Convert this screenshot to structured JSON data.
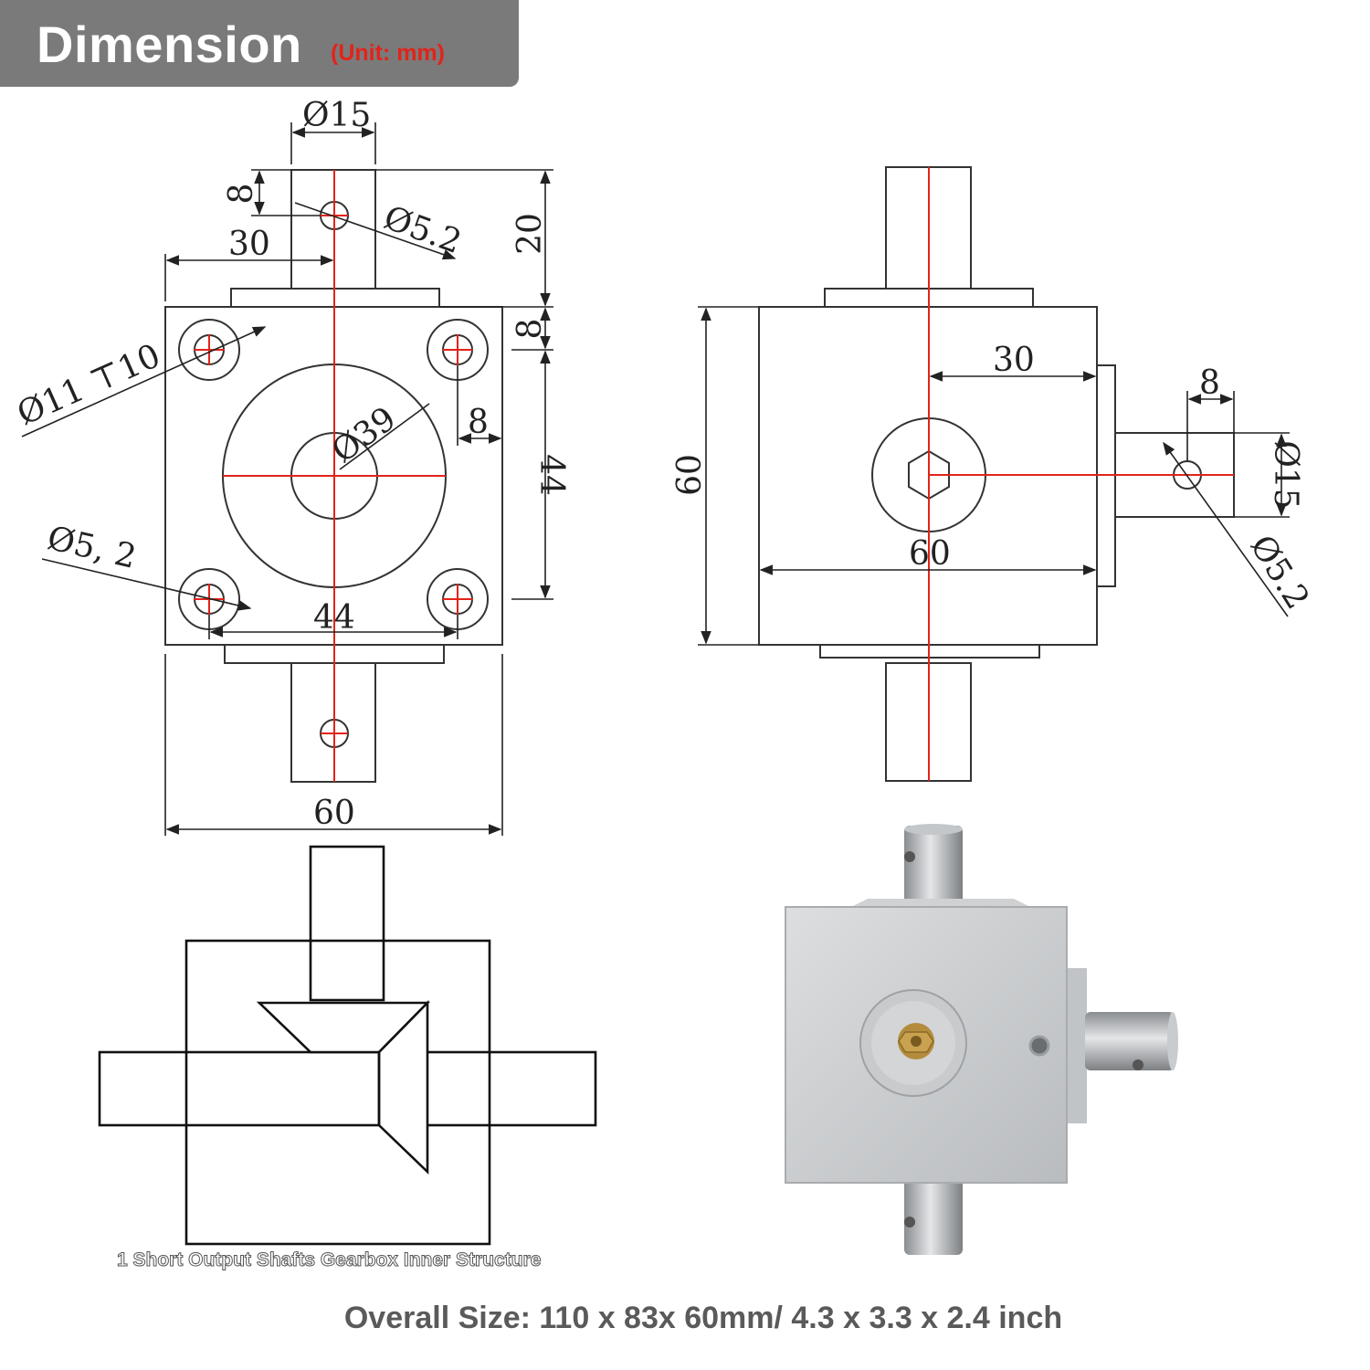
{
  "header": {
    "title": "Dimension",
    "unit": "(Unit: mm)"
  },
  "front_view": {
    "dims": {
      "shaft_diameter": "Ø15",
      "hole_offset": "8",
      "cross_hole": "Ø5.2",
      "center_offset": "30",
      "shaft_length": "20",
      "flange": "8",
      "mount_hole": "Ø11 ⊤10",
      "hub": "Ø39",
      "edge_offset": "8",
      "hole_spacing_v": "44",
      "thread_hole": "Ø5, 2",
      "hole_spacing_h": "44",
      "width": "60"
    }
  },
  "side_view": {
    "dims": {
      "height": "60",
      "center_offset": "30",
      "hole_offset": "8",
      "width": "60",
      "shaft_diameter": "Ø15",
      "cross_hole": "Ø5.2"
    }
  },
  "inner_structure": {
    "caption": "1 Short Output Shafts Gearbox Inner Structure"
  },
  "overall_size": "Overall Size: 110 x 83x 60mm/ 4.3 x 3.3 x 2.4 inch",
  "colors": {
    "header_bg": "#7a7a7a",
    "unit_text": "#e2231a",
    "center_lines": "#e2231a",
    "outline": "#333333",
    "housing": "#c9cbcd"
  },
  "icons": [
    "hex-socket-icon"
  ]
}
